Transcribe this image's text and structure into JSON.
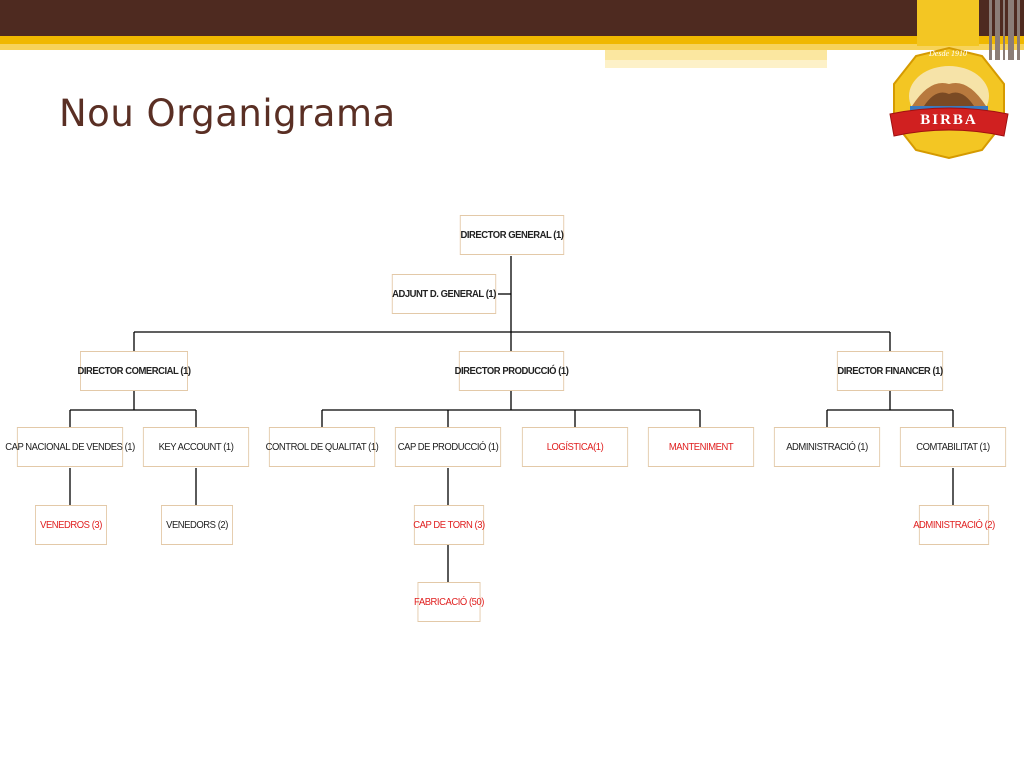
{
  "slide_title": "Nou Organigrama",
  "logo": {
    "tagline": "Desde 1910",
    "brand": "BIRBA"
  },
  "org": {
    "director_general": "DIRECTOR GENERAL (1)",
    "adjunt": "ADJUNT D. GENERAL (1)",
    "director_comercial": "DIRECTOR COMERCIAL (1)",
    "director_produccio": "DIRECTOR PRODUCCIÓ (1)",
    "director_financer": "DIRECTOR FINANCER (1)",
    "cap_nacional_vendes": "CAP NACIONAL DE VENDES (1)",
    "key_account": "KEY ACCOUNT (1)",
    "control_qualitat": "CONTROL DE QUALITAT (1)",
    "cap_produccio": "CAP DE PRODUCCIÓ (1)",
    "logistica": "LOGÍSTICA(1)",
    "manteniment": "MANTENIMENT",
    "administracio": "ADMINISTRACIÓ (1)",
    "comtabilitat": "COMTABILITAT (1)",
    "venedros": "VENEDROS (3)",
    "venedors": "VENEDORS (2)",
    "cap_torn": "CAP DE TORN (3)",
    "administracio_2": "ADMINISTRACIÓ (2)",
    "fabricacio": "FABRICACIÓ (50)"
  },
  "colors": {
    "brown": "#5a2f24",
    "gold": "#f0b800",
    "highlight_red": "#e02020"
  }
}
